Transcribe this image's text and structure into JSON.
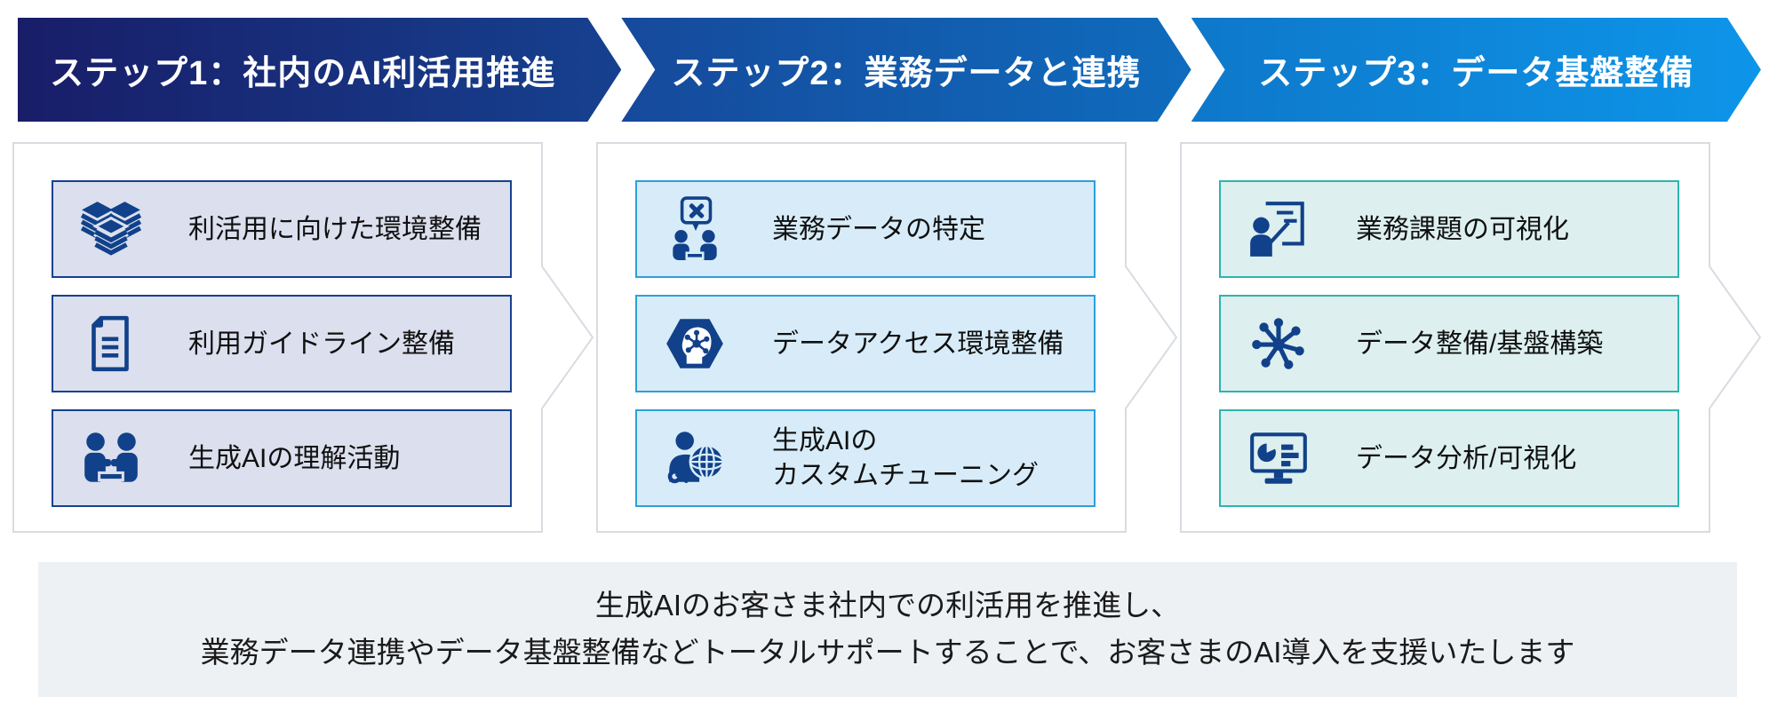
{
  "steps": [
    {
      "id": "step-1",
      "label": "ステップ1：社内のAI利活用推進",
      "theme": {
        "header_gradient": [
          "#191d68",
          "#16418f"
        ],
        "item_bg": "#dcdfed",
        "item_border": "#15418e"
      },
      "items": [
        {
          "icon": "layers-stack-icon",
          "label": "利活用に向けた環境整備"
        },
        {
          "icon": "document-icon",
          "label": "利用ガイドライン整備"
        },
        {
          "icon": "meeting-icon",
          "label": "生成AIの理解活動"
        }
      ]
    },
    {
      "id": "step-2",
      "label": "ステップ2：業務データと連携",
      "theme": {
        "header_gradient": [
          "#16499b",
          "#0f6cbe"
        ],
        "item_bg": "#d7ecf8",
        "item_border": "#2da0da"
      },
      "items": [
        {
          "icon": "people-tools-bubble-icon",
          "label": "業務データの特定"
        },
        {
          "icon": "ai-head-hexagon-icon",
          "label": "データアクセス環境整備"
        },
        {
          "icon": "ai-tuning-globe-icon",
          "label": "生成AIの\nカスタムチューニング"
        }
      ]
    },
    {
      "id": "step-3",
      "label": "ステップ3：データ基盤整備",
      "theme": {
        "header_gradient": [
          "#0e78ca",
          "#0d95e9"
        ],
        "item_bg": "#ddf0ef",
        "item_border": "#2eb4ae"
      },
      "items": [
        {
          "icon": "presentation-board-icon",
          "label": "業務課題の可視化"
        },
        {
          "icon": "network-hub-icon",
          "label": "データ整備/基盤構築"
        },
        {
          "icon": "dashboard-monitor-icon",
          "label": "データ分析/可視化"
        }
      ]
    }
  ],
  "footer": {
    "line1": "生成AIのお客さま社内での利活用を推進し、",
    "line2": "業務データ連携やデータ基盤整備などトータルサポートすることで、お客さまのAI導入を支援いたします"
  },
  "colors": {
    "icon": "#11418a",
    "container_border": "#d8dce1",
    "footer_bg": "#edf1f4",
    "header_text": "#ffffff"
  }
}
